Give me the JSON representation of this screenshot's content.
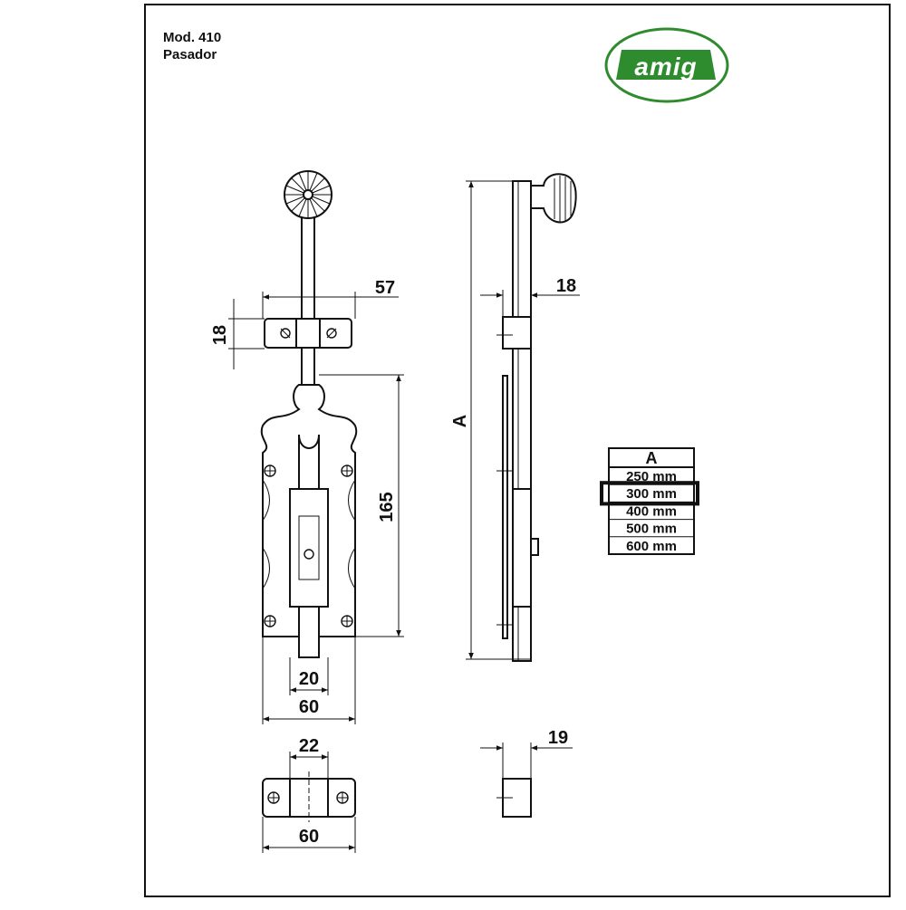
{
  "header": {
    "model": "Mod. 410",
    "name": "Pasador"
  },
  "brand": {
    "logo_text": "amig",
    "color": "#2e8b2e"
  },
  "dimensions": {
    "bracket_width": "57",
    "bracket_height": "18",
    "plate_height": "165",
    "bolt_width": "20",
    "plate_width": "60",
    "keeper_inner": "22",
    "keeper_width": "60",
    "side_depth": "18",
    "keeper_depth": "19",
    "length_label": "A"
  },
  "length_table": {
    "header": "A",
    "rows": [
      "250 mm",
      "300 mm",
      "400 mm",
      "500 mm",
      "600 mm"
    ],
    "selected_index": 1
  }
}
